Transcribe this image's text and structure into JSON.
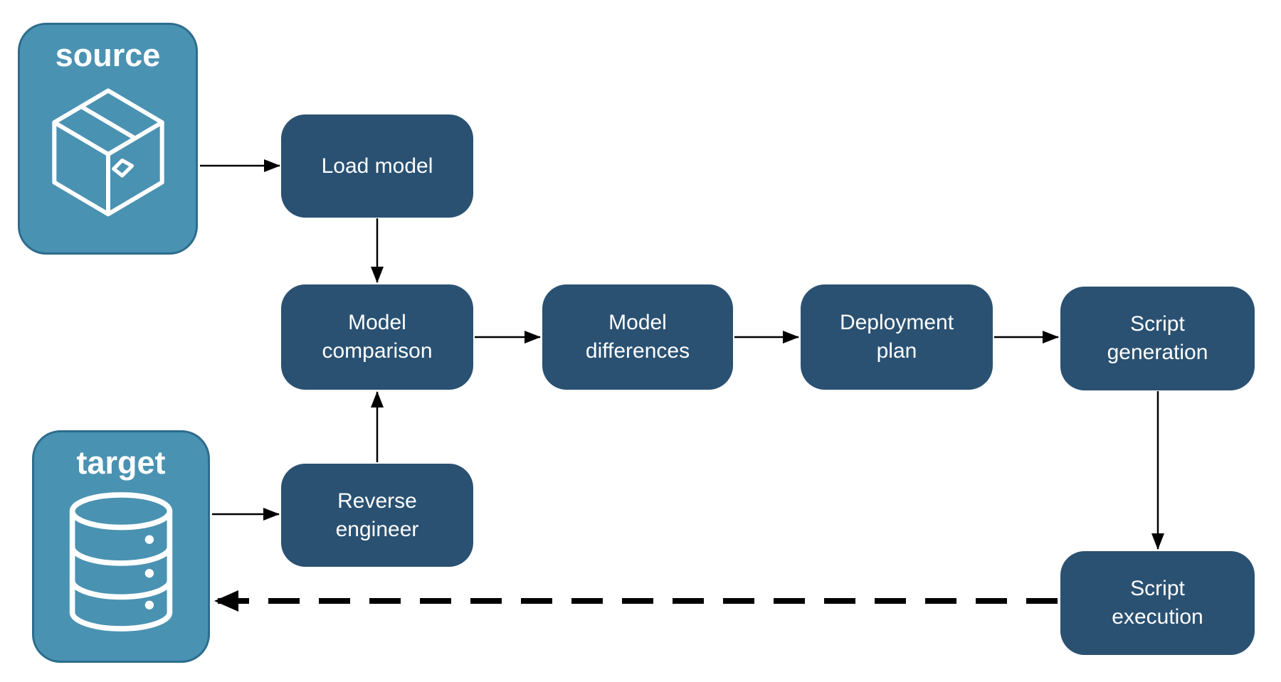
{
  "diagram": {
    "colors": {
      "endpoint_fill": "#4a92b2",
      "endpoint_border": "#2d6c8c",
      "step_fill": "#2a5172",
      "label_text": "#ffffff",
      "arrow": "#000000",
      "background": "#ffffff"
    },
    "endpoints": [
      {
        "id": "source",
        "label": "source",
        "icon": "package-icon"
      },
      {
        "id": "target",
        "label": "target",
        "icon": "database-icon"
      }
    ],
    "steps": [
      {
        "id": "load-model",
        "label": "Load model"
      },
      {
        "id": "model-comparison",
        "label": "Model\ncomparison"
      },
      {
        "id": "model-differences",
        "label": "Model\ndifferences"
      },
      {
        "id": "deployment-plan",
        "label": "Deployment\nplan"
      },
      {
        "id": "script-generation",
        "label": "Script\ngeneration"
      },
      {
        "id": "reverse-engineer",
        "label": "Reverse\nengineer"
      },
      {
        "id": "script-execution",
        "label": "Script\nexecution"
      }
    ],
    "edges": [
      {
        "from": "source",
        "to": "load-model",
        "style": "solid"
      },
      {
        "from": "load-model",
        "to": "model-comparison",
        "style": "solid"
      },
      {
        "from": "model-comparison",
        "to": "model-differences",
        "style": "solid"
      },
      {
        "from": "model-differences",
        "to": "deployment-plan",
        "style": "solid"
      },
      {
        "from": "deployment-plan",
        "to": "script-generation",
        "style": "solid"
      },
      {
        "from": "script-generation",
        "to": "script-execution",
        "style": "solid"
      },
      {
        "from": "target",
        "to": "reverse-engineer",
        "style": "solid"
      },
      {
        "from": "reverse-engineer",
        "to": "model-comparison",
        "style": "solid"
      },
      {
        "from": "script-execution",
        "to": "target",
        "style": "dashed"
      }
    ]
  }
}
